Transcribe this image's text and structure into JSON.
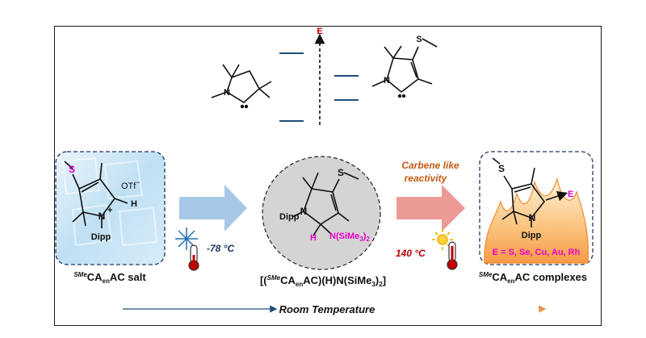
{
  "energy_axis_label": "E",
  "left_panel": {
    "counterion_label": "OTf",
    "counterion_charge": "−",
    "charge_plus": "+",
    "n_label": "N",
    "s_label": "S",
    "h_label": "H",
    "dipp_label": "Dipp",
    "title_prefix": "SMe",
    "title_main": "CA",
    "title_sub": "en",
    "title_suffix": "AC salt"
  },
  "cold_condition": {
    "temperature": "-78 °C"
  },
  "center_panel": {
    "s_label": "S",
    "n_label": "N",
    "dipp_label": "Dipp",
    "h_label": "H",
    "amide_label": "N(SiMe",
    "amide_sub": "3",
    "amide_close": ")",
    "amide_sub2": "2",
    "title_open": "[(",
    "title_sup": "SMe",
    "title_main": "CA",
    "title_sub": "en",
    "title_rest": "AC)(H)N(SiMe",
    "title_sub3": "3",
    "title_close": ")",
    "title_sub2": "2",
    "title_end": "]"
  },
  "hot_condition": {
    "reactivity_line1": "Carbene like",
    "reactivity_line2": "reactivity",
    "temperature": "140 °C"
  },
  "right_panel": {
    "s_label": "S",
    "n_label": "N",
    "e_label": "E",
    "dipp_label": "Dipp",
    "elements_label": "E = S, Se, Cu, Au, Rh",
    "title_prefix": "SMe",
    "title_main": "CA",
    "title_sub": "en",
    "title_suffix": "AC complexes"
  },
  "top_structures": {
    "n_left": "N",
    "n_right": "N",
    "s_right": "S"
  },
  "bottom_arrow_label": "Room Temperature",
  "colors": {
    "energy_levels": "#1f4e79",
    "cold_arrow": "#a6c8e6",
    "hot_arrow": "#ec9a95",
    "reactivity_text": "#c55a11",
    "magenta": "#e600c8",
    "temp_text": "#1f3864",
    "hot_temp_text": "#c00000"
  }
}
